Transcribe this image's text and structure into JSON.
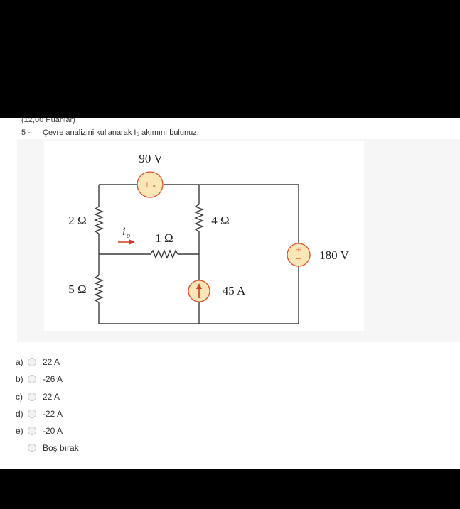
{
  "question": {
    "points": "(12,00 Puanlar)",
    "number": "5 -",
    "text": "Çevre analizini kullanarak I₀ akımını bulunuz."
  },
  "circuit": {
    "source_top": "90 V",
    "source_top_polarity": "+ -",
    "source_right": "180 V",
    "current_source": "45 A",
    "r_top_left": "2 Ω",
    "r_bottom_left": "5 Ω",
    "r_middle": "1 Ω",
    "r_top_right": "4 Ω",
    "current_label": "i",
    "current_sub": "o",
    "plus": "+",
    "minus": "−"
  },
  "options": [
    {
      "letter": "a)",
      "label": "22 A"
    },
    {
      "letter": "b)",
      "label": "-26 A"
    },
    {
      "letter": "c)",
      "label": "22 A"
    },
    {
      "letter": "d)",
      "label": "-22 A"
    },
    {
      "letter": "e)",
      "label": "-20 A"
    },
    {
      "letter": "",
      "label": "Boş bırak"
    }
  ],
  "colors": {
    "source_fill": "#fbe6b8",
    "source_stroke": "#d94f2b",
    "wire": "#3b3b3b",
    "arrow": "#d43a20"
  }
}
